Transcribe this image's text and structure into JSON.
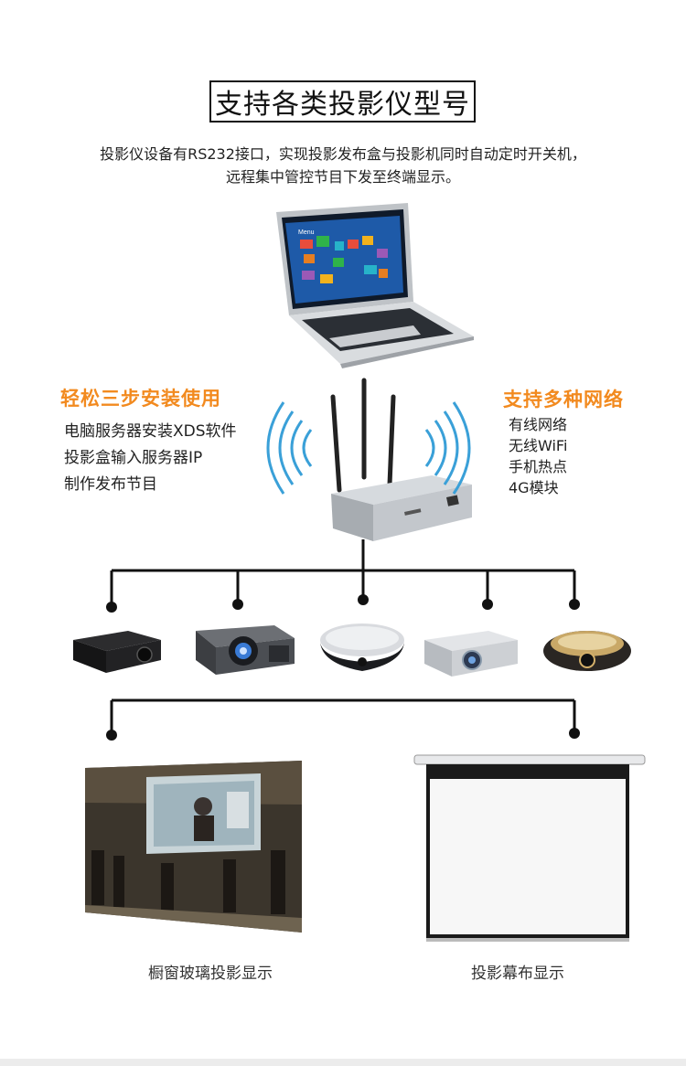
{
  "title": "支持各类投影仪型号",
  "description": {
    "line1": "投影仪设备有RS232接口，实现投影发布盒与投影机同时自动定时开关机，",
    "line2": "远程集中管控节目下发至终端显示。"
  },
  "left_panel": {
    "heading": "轻松三步安装使用",
    "items": [
      "电脑服务器安装XDS软件",
      "投影盒输入服务器IP",
      "制作发布节目"
    ]
  },
  "right_panel": {
    "heading": "支持多种网络",
    "items": [
      "有线网络",
      "无线WiFi",
      "手机热点",
      "4G模块"
    ]
  },
  "laptop": {
    "screen_label": "Menu"
  },
  "displays": [
    {
      "caption": "橱窗玻璃投影显示"
    },
    {
      "caption": "投影幕布显示"
    }
  ],
  "colors": {
    "accent_orange": "#f28a1f",
    "wifi_blue": "#3aa0d8",
    "line_black": "#111111"
  }
}
